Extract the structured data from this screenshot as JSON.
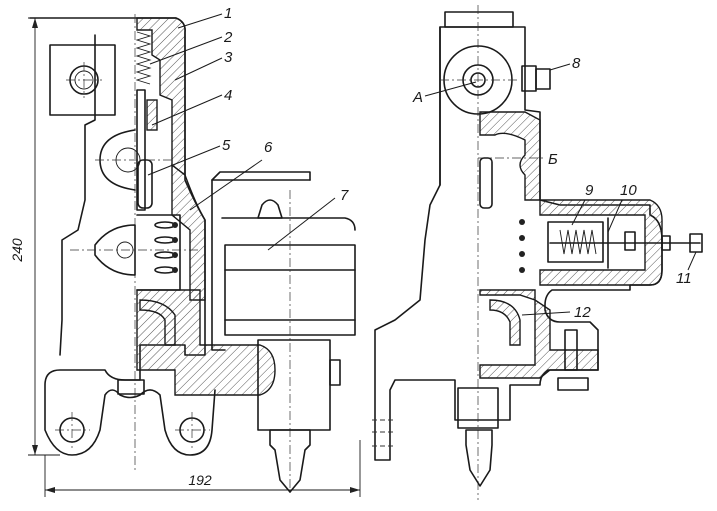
{
  "figure": {
    "type": "technical cross-section drawing",
    "views": [
      "left-section-view",
      "right-section-view"
    ]
  },
  "callouts": {
    "c1": "1",
    "c2": "2",
    "c3": "3",
    "c4": "4",
    "c5": "5",
    "c6": "6",
    "c7": "7",
    "c8": "8",
    "c9": "9",
    "c10": "10",
    "c11": "11",
    "c12": "12",
    "cA": "A",
    "cB": "Б"
  },
  "dimensions": {
    "height": "240",
    "width": "192"
  }
}
